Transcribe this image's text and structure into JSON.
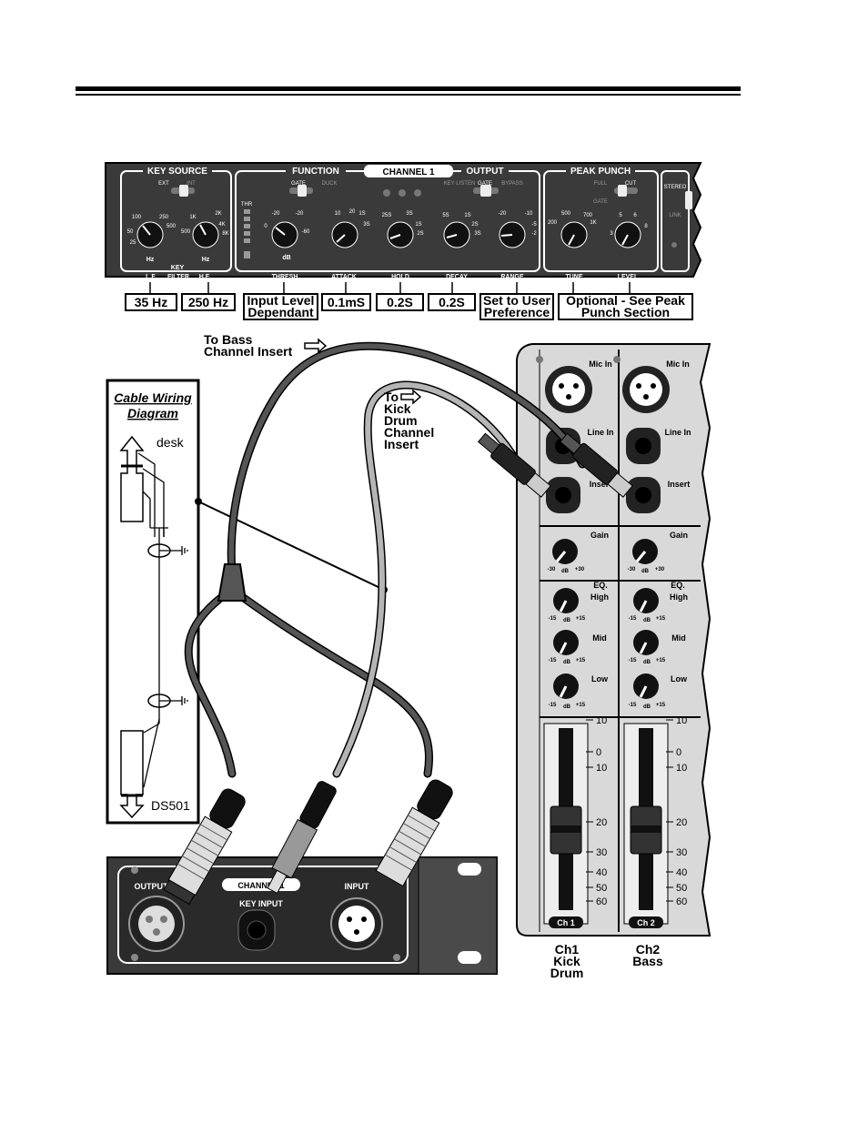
{
  "rack": {
    "sections": {
      "key_source": "KEY SOURCE",
      "function": "FUNCTION",
      "channel": "CHANNEL 1",
      "output": "OUTPUT",
      "peak_punch": "PEAK PUNCH"
    },
    "switches": {
      "ext": "EXT",
      "int": "INT",
      "gate": "GATE",
      "duck": "DUCK",
      "key_listen": "KEY LISTEN",
      "gate2": "GATE",
      "bypass": "BYPASS",
      "full": "FULL",
      "cut": "CUT",
      "gate3": "GATE",
      "stereo": "STEREO",
      "link": "LINK"
    },
    "knob_labels": {
      "lf": "L.F.",
      "filter": "FILTER",
      "hf": "H.F.",
      "key": "KEY",
      "hz1": "Hz",
      "hz2": "Hz",
      "thresh": "THRESH",
      "attack": "ATTACK",
      "hold": "HOLD",
      "decay": "DECAY",
      "range": "RANGE",
      "tune": "TUNE",
      "level": "LEVEL",
      "thr": "THR",
      "db": "dB"
    }
  },
  "settings": [
    "35 Hz",
    "250 Hz",
    "Input Level Dependant",
    "0.1mS",
    "0.2S",
    "0.2S",
    "Set to User Preference",
    "Optional - See Peak Punch Section"
  ],
  "callouts": {
    "bass_insert": "To Bass Channel Insert",
    "kick_insert_to": "To",
    "kick_insert": "Kick Drum Channel Insert"
  },
  "wiring": {
    "title_line1": "Cable Wiring",
    "title_line2": "Diagram",
    "desk": "desk",
    "ds501": "DS501"
  },
  "unit": {
    "output": "OUTPUT",
    "channel": "CHANNEL 1",
    "key_input": "KEY INPUT",
    "input": "INPUT"
  },
  "mixer": {
    "mic_in": "Mic In",
    "line_in": "Line In",
    "insert": "Insert",
    "gain": "Gain",
    "eq": "EQ.",
    "high": "High",
    "mid": "Mid",
    "low": "Low",
    "knob_min": "-15",
    "knob_max": "+15",
    "gain_min": "-30",
    "gain_max": "+30",
    "db": "dB",
    "fader_scale": [
      "10",
      "0",
      "10",
      "20",
      "30",
      "40",
      "50",
      "60"
    ],
    "ch1": "Ch 1",
    "ch2": "Ch 2",
    "ch1_caption": "Ch1 Kick Drum",
    "ch2_caption": "Ch2 Bass"
  },
  "colors": {
    "panel": "#3a3a3a",
    "knob": "#111111",
    "mixer": "#d9d9d9",
    "cable_dark": "#555555",
    "cable_light": "#b5b5b5"
  }
}
